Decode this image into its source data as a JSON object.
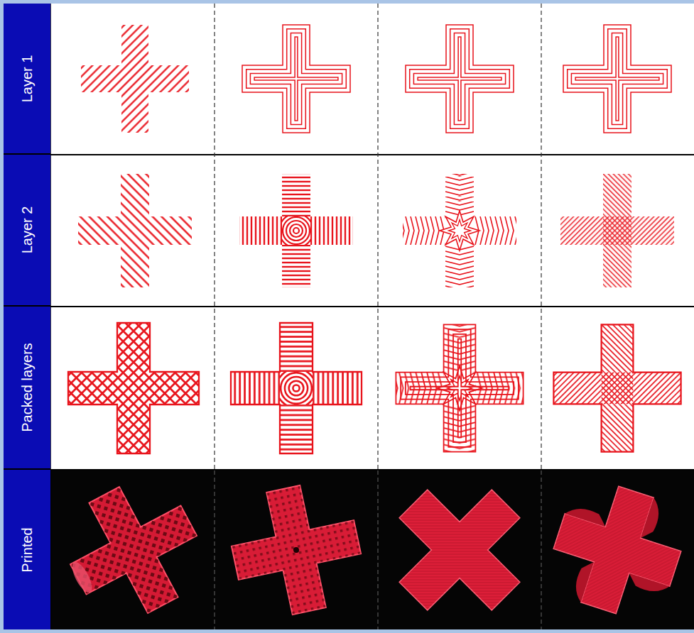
{
  "diagram": {
    "nodes": [
      {
        "text": [
          "Layer 1"
        ]
      },
      {
        "text": [
          "Layer 2"
        ]
      },
      {
        "text": [
          "Packed layers"
        ]
      },
      {
        "text": [
          "Printed"
        ]
      }
    ]
  }
}
